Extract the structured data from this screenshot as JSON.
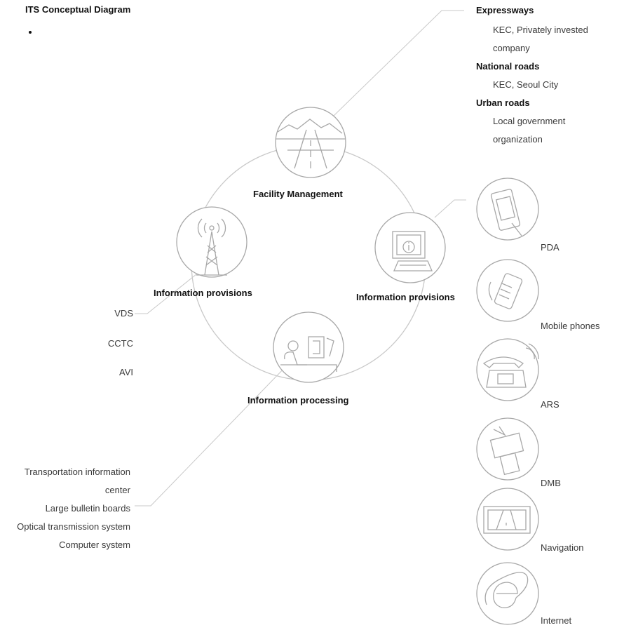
{
  "page": {
    "title": "ITS Conceptual Diagram",
    "bullet_text": ""
  },
  "facility": {
    "label": "Facility Management",
    "road_types": [
      {
        "name": "Expressways",
        "operators": [
          "KEC, Privately invested",
          "company"
        ]
      },
      {
        "name": "National roads",
        "operators": [
          "KEC, Seoul City"
        ]
      },
      {
        "name": "Urban roads",
        "operators": [
          "Local government",
          "organization"
        ]
      }
    ]
  },
  "collection": {
    "label": "Information provisions",
    "items": [
      "VDS",
      "CCTC",
      "AVI"
    ]
  },
  "provision": {
    "label": "Information provisions",
    "devices": [
      "PDA",
      "Mobile phones",
      "ARS",
      "DMB",
      "Navigation",
      "Internet"
    ],
    "device_icons": [
      "pda-icon",
      "mobile-phone-icon",
      "telephone-icon",
      "dmb-icon",
      "navigation-icon",
      "internet-explorer-icon"
    ]
  },
  "processing": {
    "label": "Information processing",
    "items": [
      "Transportation information",
      "center",
      "Large bulletin boards",
      "Optical transmission system",
      "Computer system"
    ]
  },
  "colors": {
    "line": "#c9c9c9",
    "icon_stroke": "#a8a8a8",
    "label_bold": "#111111",
    "label_regular": "#3a3a3a"
  }
}
